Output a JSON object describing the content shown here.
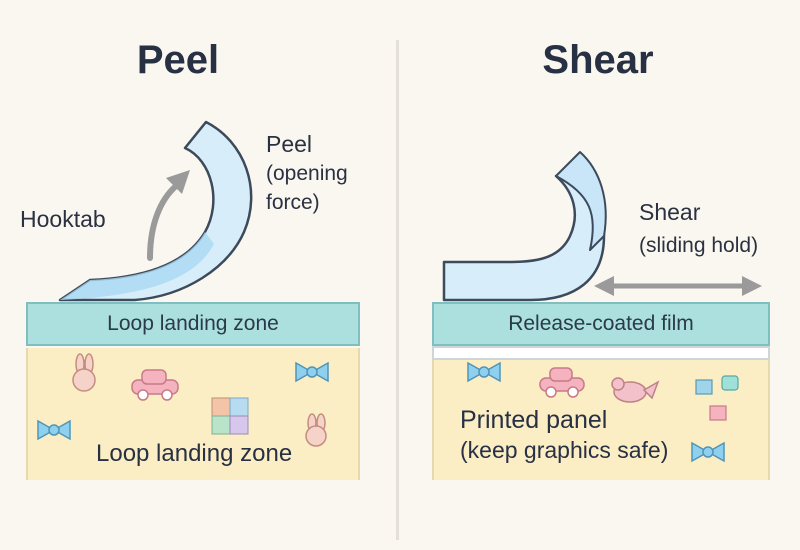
{
  "left": {
    "title": "Peel",
    "tab_label": "Hooktab",
    "force_label_line1": "Peel",
    "force_label_line2": "(opening",
    "force_label_line3": "force)",
    "strip_label": "Loop landing zone",
    "panel_label": "Loop landing zone"
  },
  "right": {
    "title": "Shear",
    "force_label_line1": "Shear",
    "force_label_line2": "(sliding hold)",
    "strip_label": "Release-coated film",
    "panel_label_line1": "Printed panel",
    "panel_label_line2": "(keep graphics safe)"
  },
  "colors": {
    "tab": "#d7eefa",
    "strip": "#abe0df",
    "panel": "#fbeec4",
    "arrow": "#9a9a9a"
  },
  "icons": [
    "bunny-icon",
    "toy-car-icon",
    "bow-icon",
    "blocks-icon",
    "bird-icon"
  ]
}
